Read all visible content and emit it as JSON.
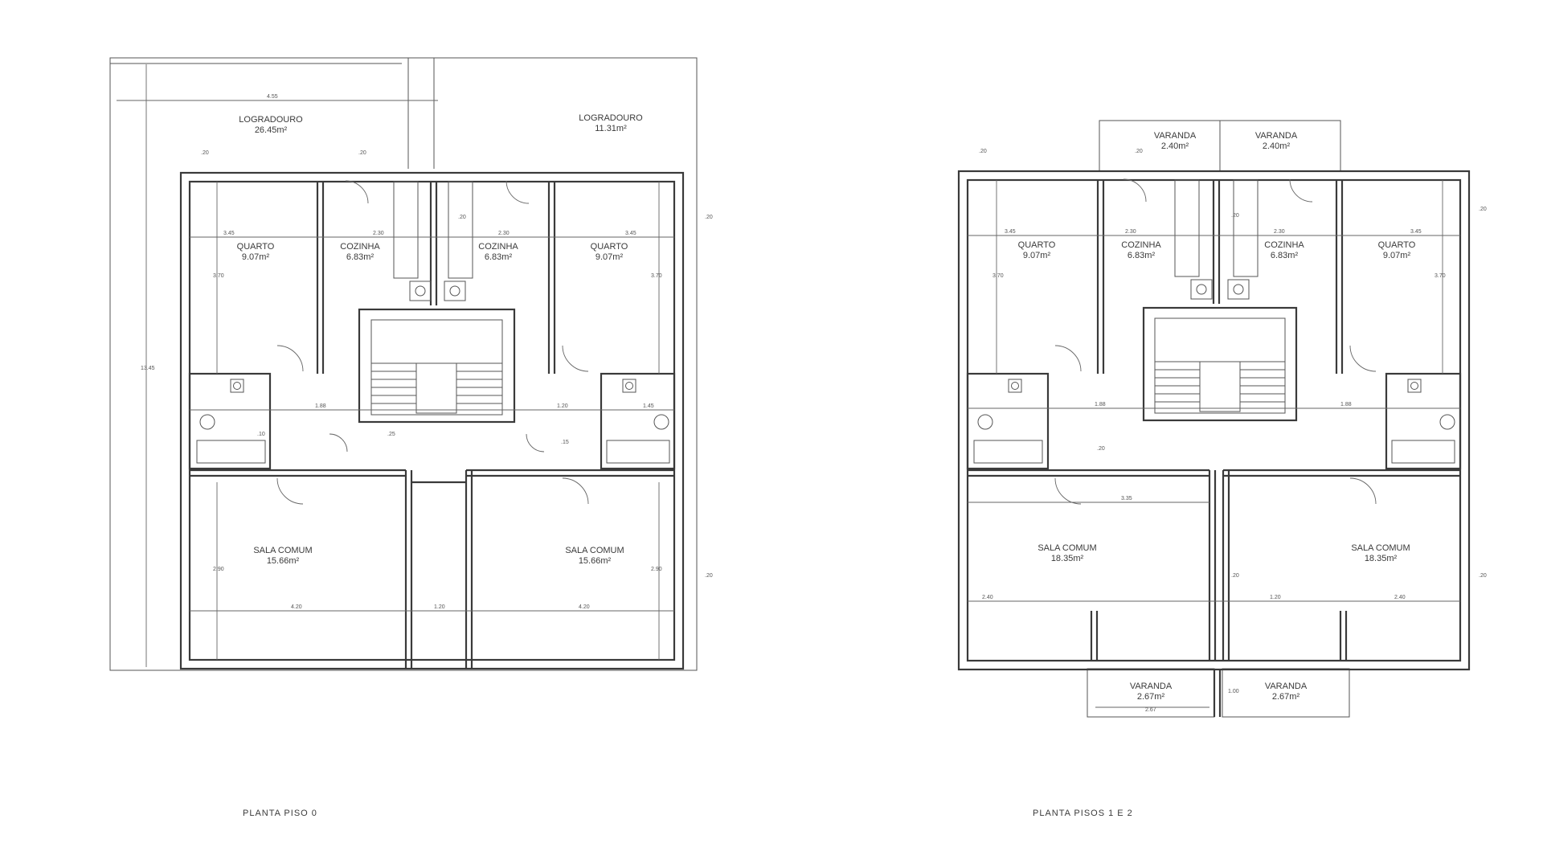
{
  "plan_left": {
    "title": "PLANTA   PISO 0",
    "rooms": [
      {
        "name": "LOGRADOURO",
        "area": "26.45m²"
      },
      {
        "name": "LOGRADOURO",
        "area": "11.31m²"
      },
      {
        "name": "QUARTO",
        "area": "9.07m²"
      },
      {
        "name": "COZINHA",
        "area": "6.83m²"
      },
      {
        "name": "COZINHA",
        "area": "6.83m²"
      },
      {
        "name": "QUARTO",
        "area": "9.07m²"
      },
      {
        "name": "SALA COMUM",
        "area": "15.66m²"
      },
      {
        "name": "SALA COMUM",
        "area": "15.66m²"
      }
    ],
    "dims": [
      "4.55",
      "3.45",
      "2.30",
      "2.30",
      "3.45",
      "1.88",
      "1.20",
      "1.45",
      "4.20",
      "1.20",
      "4.20",
      "13.45",
      "2.90",
      "2.90",
      "3.70",
      "3.70",
      ".20",
      ".20",
      ".20",
      ".25",
      ".10",
      ".15",
      ".20",
      ".20"
    ]
  },
  "plan_right": {
    "title": "PLANTA   PISOS  1  E  2",
    "rooms": [
      {
        "name": "VARANDA",
        "area": "2.40m²"
      },
      {
        "name": "VARANDA",
        "area": "2.40m²"
      },
      {
        "name": "QUARTO",
        "area": "9.07m²"
      },
      {
        "name": "COZINHA",
        "area": "6.83m²"
      },
      {
        "name": "COZINHA",
        "area": "6.83m²"
      },
      {
        "name": "QUARTO",
        "area": "9.07m²"
      },
      {
        "name": "SALA COMUM",
        "area": "18.35m²"
      },
      {
        "name": "SALA COMUM",
        "area": "18.35m²"
      },
      {
        "name": "VARANDA",
        "area": "2.67m²"
      },
      {
        "name": "VARANDA",
        "area": "2.67m²"
      }
    ],
    "dims": [
      "3.45",
      "2.30",
      "2.30",
      "3.45",
      "1.88",
      "1.88",
      "3.35",
      "2.40",
      "1.20",
      "2.40",
      "2.67",
      "1.00",
      "3.70",
      "3.70",
      ".20",
      ".20",
      ".20",
      ".20",
      ".20",
      ".20",
      ".20"
    ]
  }
}
